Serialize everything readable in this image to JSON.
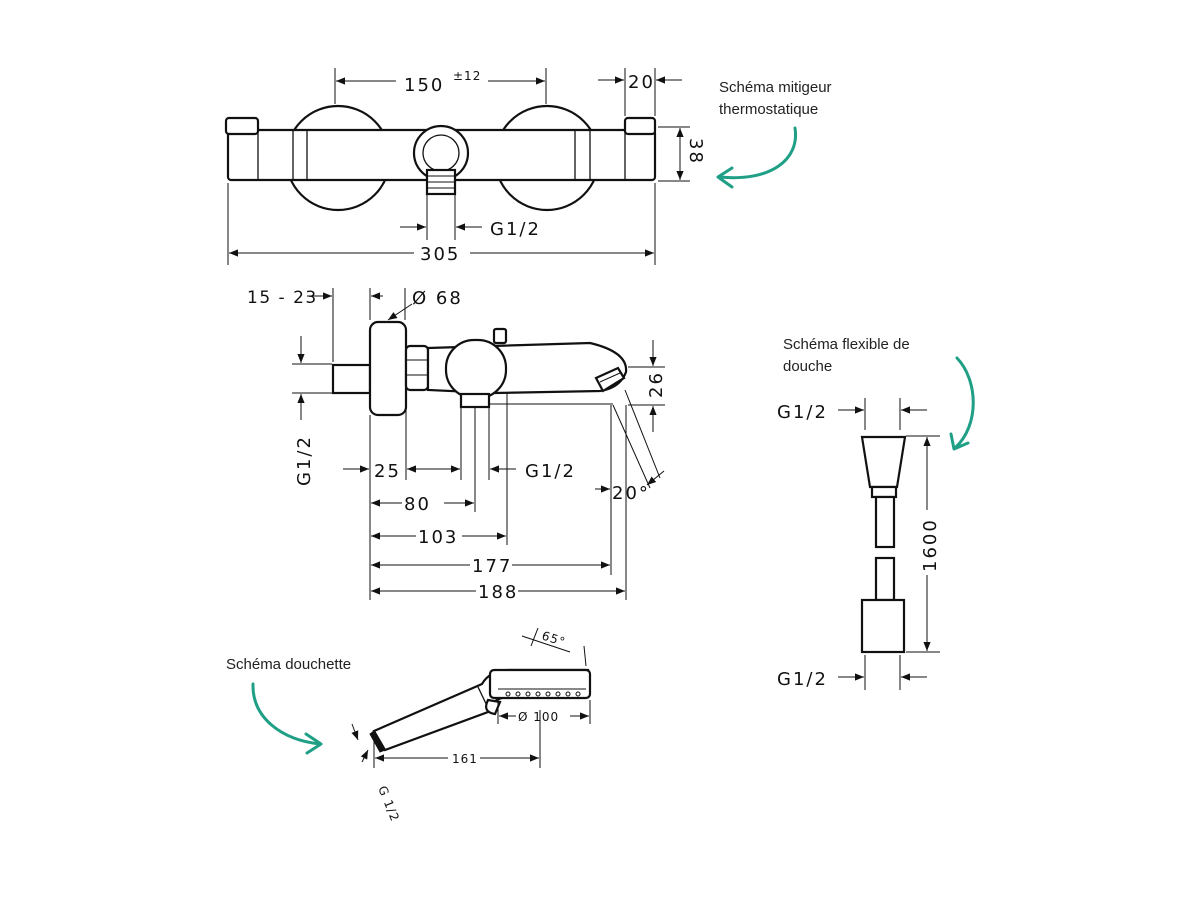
{
  "captions": {
    "thermostat_line1": "Schéma mitigeur",
    "thermostat_line2": "thermostatique",
    "hose_line1": "Schéma flexible de",
    "hose_line2": "douche",
    "handshower": "Schéma douchette"
  },
  "thermostat_top": {
    "dim_150": "150",
    "tol_150": "±12",
    "dim_20": "20",
    "dim_38": "38",
    "thread": "G1/2",
    "dim_305": "305"
  },
  "thermostat_side": {
    "dim_15_23": "15 - 23",
    "dim_68": "Ø 68",
    "dim_26": "26",
    "thread_left": "G1/2",
    "dim_25": "25",
    "thread_right": "G1/2",
    "angle": "20°",
    "dim_80": "80",
    "dim_103": "103",
    "dim_177": "177",
    "dim_188": "188"
  },
  "hose": {
    "thread_top": "G1/2",
    "length": "1600",
    "thread_bottom": "G1/2"
  },
  "handshower": {
    "angle": "65°",
    "diameter": "Ø 100",
    "length": "161",
    "thread": "G 1/2"
  },
  "colors": {
    "accent": "#1e9f86",
    "line": "#111111"
  }
}
